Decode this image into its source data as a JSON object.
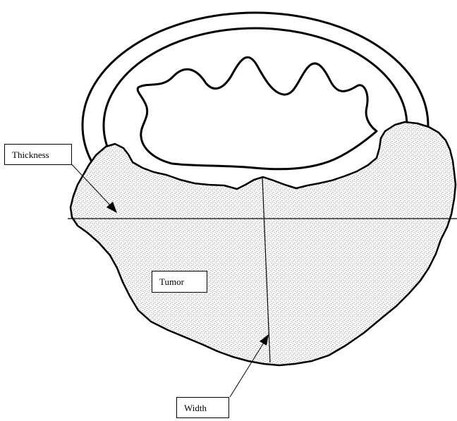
{
  "labels": {
    "thickness": "Thickness",
    "tumor": "Tumor",
    "width": "Width"
  },
  "colors": {
    "stroke": "#000000",
    "background": "#ffffff",
    "stipple": "#4a4a4a"
  }
}
